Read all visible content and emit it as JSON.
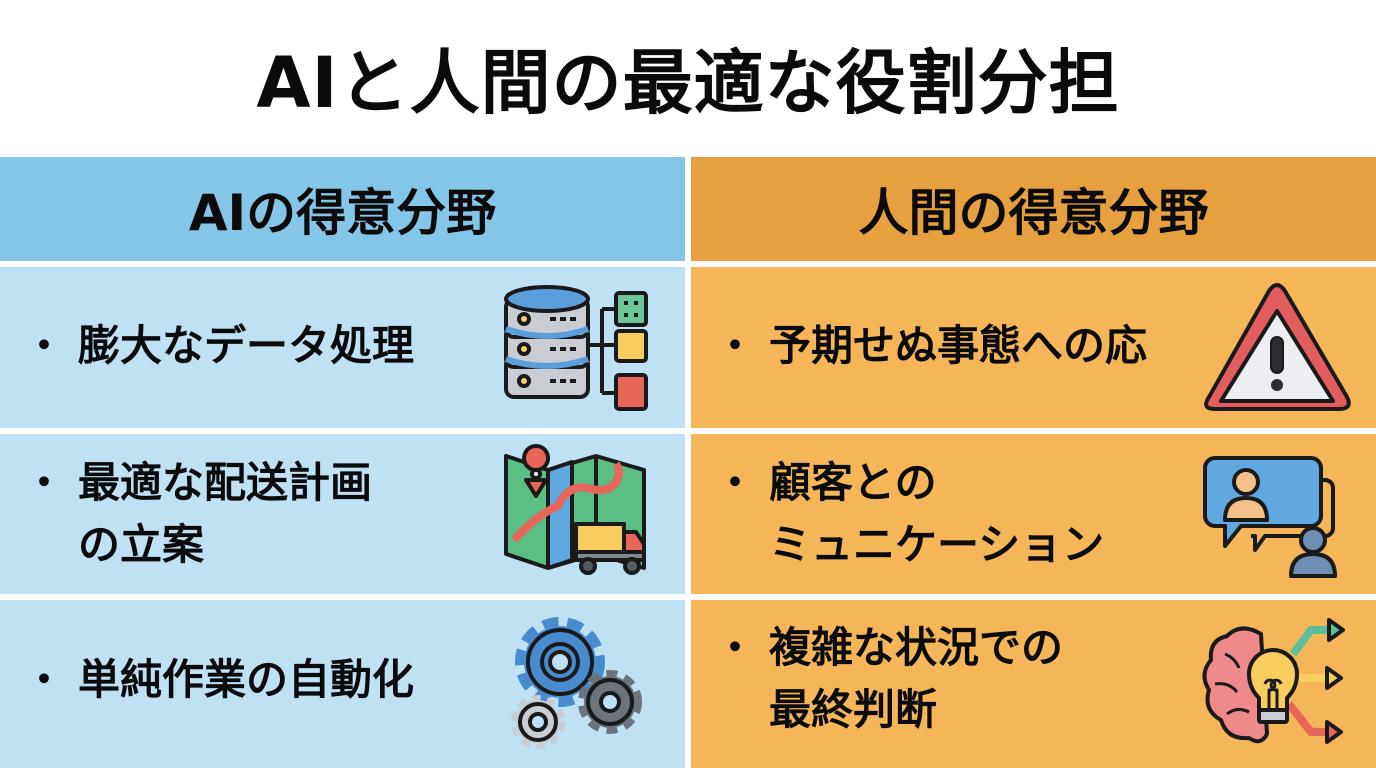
{
  "title": "AIと人間の最適な役割分担",
  "colors": {
    "ai_header": "#85C6E8",
    "ai_cell": "#BEE2F4",
    "human_header": "#E6A040",
    "human_cell": "#F5B65A",
    "text": "#0B0B0B"
  },
  "ai": {
    "header": "AIの得意分野",
    "items": [
      {
        "bullet": "・",
        "lines": [
          "膨大なデータ処理"
        ],
        "icon": "database-network-icon"
      },
      {
        "bullet": "・",
        "lines": [
          "最適な配送計画",
          "の立案"
        ],
        "icon": "map-delivery-truck-icon"
      },
      {
        "bullet": "・",
        "lines": [
          "単純作業の自動化"
        ],
        "icon": "gears-icon"
      }
    ]
  },
  "human": {
    "header": "人間の得意分野",
    "items": [
      {
        "bullet": "・",
        "lines": [
          "予期せぬ事態への応"
        ],
        "icon": "warning-triangle-icon"
      },
      {
        "bullet": "・",
        "lines": [
          "顧客との",
          "ミュニケーション"
        ],
        "icon": "conversation-people-icon"
      },
      {
        "bullet": "・",
        "lines": [
          "複雑な状況での",
          "最終判断"
        ],
        "icon": "brain-lightbulb-decision-icon"
      }
    ]
  }
}
